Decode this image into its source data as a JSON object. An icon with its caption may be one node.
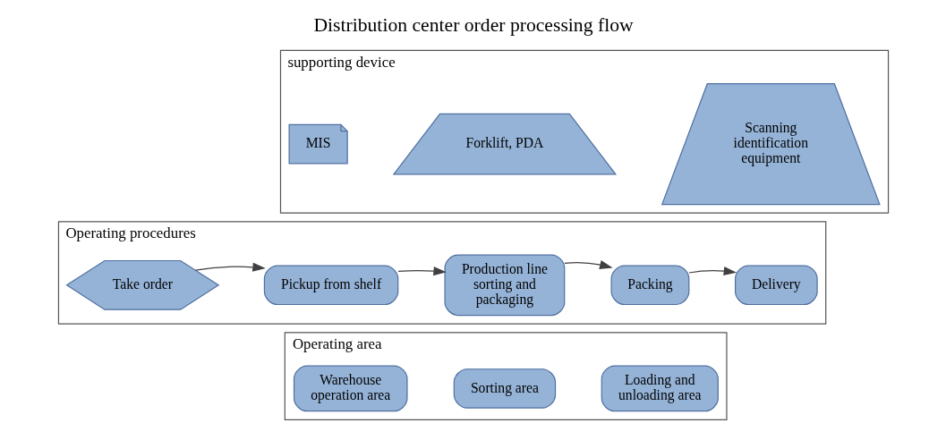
{
  "diagram": {
    "title": "Distribution center order processing flow",
    "nodes": [
      {
        "text": [
          "supporting device"
        ]
      },
      {
        "text": [
          "MIS"
        ],
        "in": 0
      },
      {
        "text": [
          "Forklift, PDA"
        ],
        "in": 0
      },
      {
        "text": [
          "Scanning identification equipment"
        ],
        "in": 0
      },
      {
        "text": [
          "Operating procedures"
        ]
      },
      {
        "text": [
          "Take order"
        ],
        "in": 4
      },
      {
        "text": [
          "Pickup from shelf"
        ],
        "in": 4
      },
      {
        "text": [
          "Production line sorting and packaging"
        ],
        "in": 4
      },
      {
        "text": [
          "Packing"
        ],
        "in": 4
      },
      {
        "text": [
          "Delivery"
        ],
        "in": 4
      },
      {
        "text": [
          "Operating area"
        ]
      },
      {
        "text": [
          "Warehouse operation area"
        ],
        "in": 10
      },
      {
        "text": [
          "Sorting area"
        ],
        "in": 10
      },
      {
        "text": [
          "Loading and unloading area"
        ],
        "in": 10
      }
    ],
    "edges": [
      {
        "from": 5,
        "to": 6,
        "arrow": "to"
      },
      {
        "from": 6,
        "to": 7,
        "arrow": "to"
      },
      {
        "from": 7,
        "to": 8,
        "arrow": "to"
      },
      {
        "from": 8,
        "to": 9,
        "arrow": "to"
      }
    ]
  }
}
